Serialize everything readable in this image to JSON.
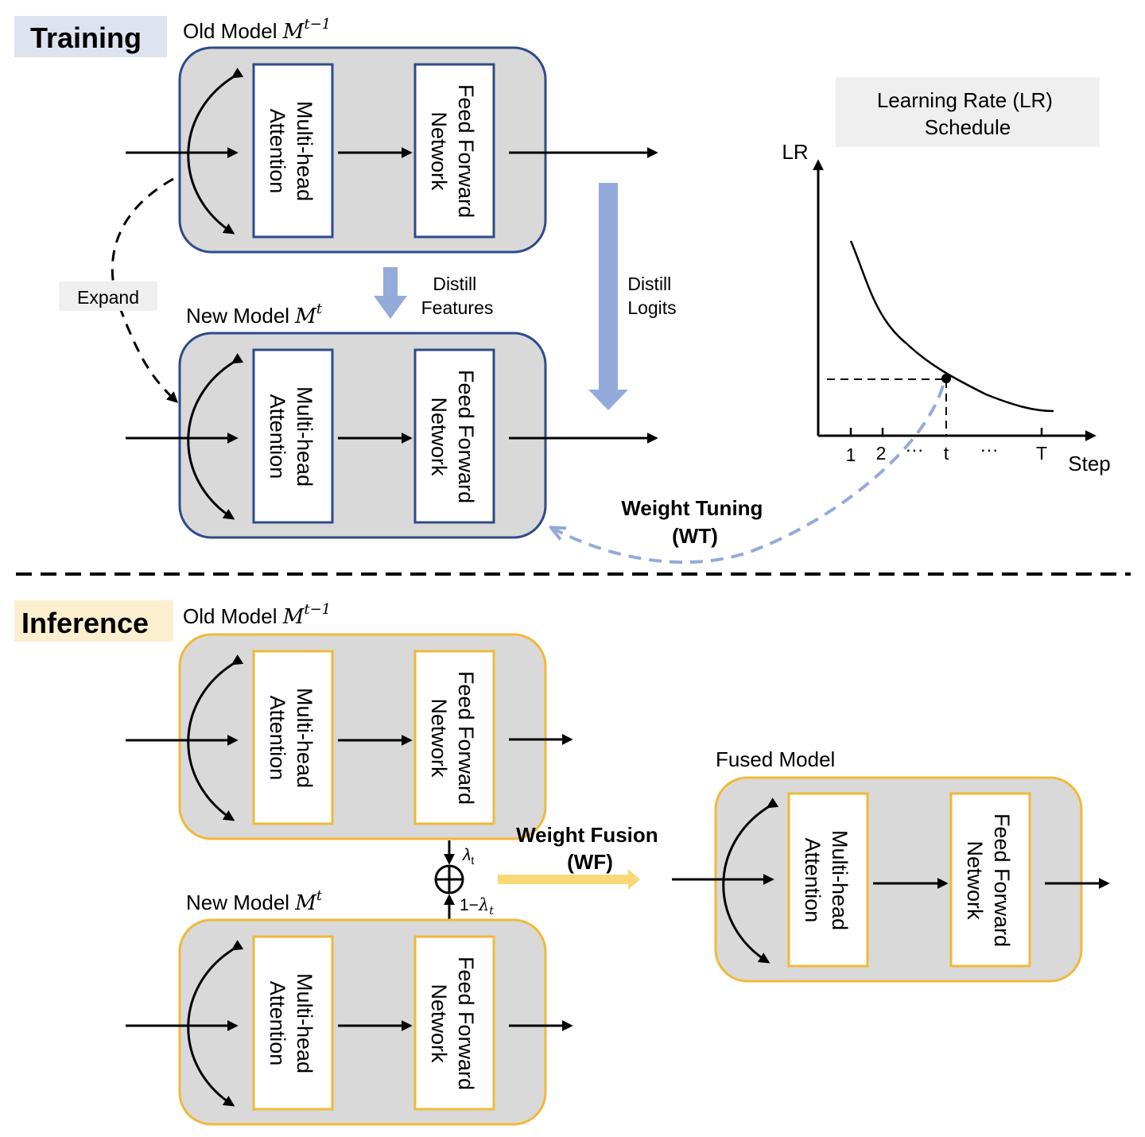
{
  "colors": {
    "box_fill": "#d9d9d9",
    "training_border": "#2f4b8a",
    "inference_border": "#f0b93a",
    "block_border_training": "#2f4b8a",
    "block_border_inference": "#f0b93a",
    "distill_arrow": "#94aadb",
    "fusion_arrow": "#f7d977",
    "training_tag_bg": "#dde4ef",
    "inference_tag_bg": "#fcefcf",
    "lr_title_bg": "#efefef",
    "expand_bg": "#efefef"
  },
  "sections": {
    "training": "Training",
    "inference": "Inference"
  },
  "blocks": {
    "attention": "Multi-head\nAttention",
    "attention_line1": "Multi-head",
    "attention_line2": "Attention",
    "ffn_line1": "Feed Forward",
    "ffn_line2": "Network"
  },
  "models": {
    "old_prefix": "Old Model ",
    "old_math": "M",
    "old_sup": "t−1",
    "new_prefix": "New Model ",
    "new_math": "M",
    "new_sup": "t",
    "fused": "Fused Model"
  },
  "training": {
    "expand": "Expand",
    "distill_features_1": "Distill",
    "distill_features_2": "Features",
    "distill_logits_1": "Distill",
    "distill_logits_2": "Logits",
    "weight_tuning_1": "Weight Tuning",
    "weight_tuning_2": "(WT)"
  },
  "lr_schedule": {
    "title_1": "Learning Rate (LR)",
    "title_2": "Schedule",
    "y_axis": "LR",
    "x_axis": "Step",
    "ticks": [
      "1",
      "2",
      "···",
      "t",
      "···",
      "T"
    ]
  },
  "inference": {
    "lambda": "λ",
    "lambda_sub": "t",
    "one_minus": "1−",
    "weight_fusion_1": "Weight Fusion",
    "weight_fusion_2": "(WF)"
  }
}
